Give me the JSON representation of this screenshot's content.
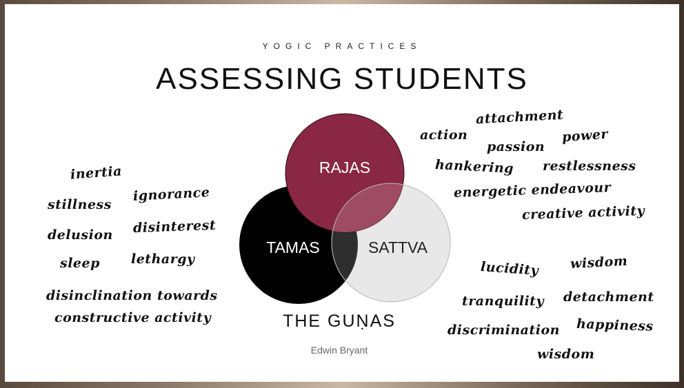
{
  "slide": {
    "kicker": "YOGIC PRACTICES",
    "title": "ASSESSING STUDENTS",
    "subtitle": "THE GUṆAS",
    "author": "Edwin Bryant"
  },
  "diagram": {
    "rajas": {
      "label": "RAJAS",
      "color": "#8a2745",
      "text_color": "#ffffff"
    },
    "tamas": {
      "label": "TAMAS",
      "color": "#000000",
      "text_color": "#ffffff"
    },
    "sattva": {
      "label": "SATTVA",
      "color": "#e8e8e8",
      "text_color": "#222222"
    },
    "overlap_tamas_sattva_color": "#2e2e2e",
    "overlap_rajas_sattva_color": "#9e4b63"
  },
  "words": {
    "tamas": {
      "inertia": "inertia",
      "stillness": "stillness",
      "ignorance": "ignorance",
      "delusion": "delusion",
      "disinterest": "disinterest",
      "sleep": "sleep",
      "lethargy": "lethargy",
      "disinclination_1": "disinclination towards",
      "disinclination_2": "constructive activity"
    },
    "rajas": {
      "attachment": "attachment",
      "action": "action",
      "power": "power",
      "passion": "passion",
      "hankering": "hankering",
      "restlessness": "restlessness",
      "energetic": "energetic endeavour",
      "creative": "creative activity"
    },
    "sattva": {
      "lucidity": "lucidity",
      "wisdom_1": "wisdom",
      "tranquility": "tranquility",
      "detachment": "detachment",
      "discrimination": "discrimination",
      "happiness": "happiness",
      "wisdom_2": "wisdom"
    }
  }
}
